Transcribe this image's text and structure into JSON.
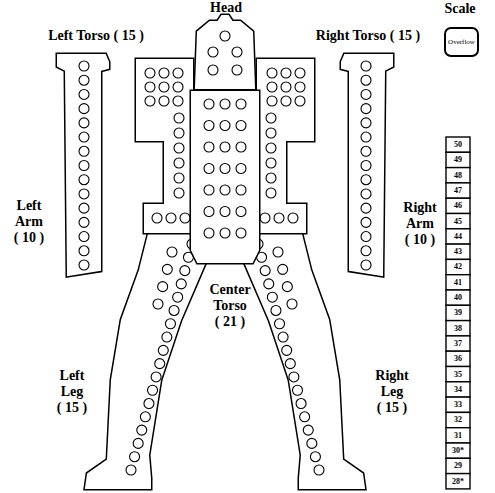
{
  "diagram": {
    "nodes": [
      {
        "text": [
          "Overflow"
        ]
      }
    ],
    "labels": [
      "Head",
      "Left Torso ( 15 )",
      "Right Torso ( 15 )",
      "Scale",
      "Left Arm ( 10 )",
      "Right Arm ( 10 )",
      "Center Torso ( 21 )",
      "Left Leg ( 15 )",
      "Right Leg ( 15 )",
      "50",
      "49",
      "48",
      "47",
      "46",
      "45",
      "44",
      "43",
      "42",
      "41",
      "40",
      "39",
      "38",
      "37",
      "36",
      "35",
      "34",
      "33",
      "32",
      "31",
      "30*",
      "29",
      "28*"
    ]
  }
}
